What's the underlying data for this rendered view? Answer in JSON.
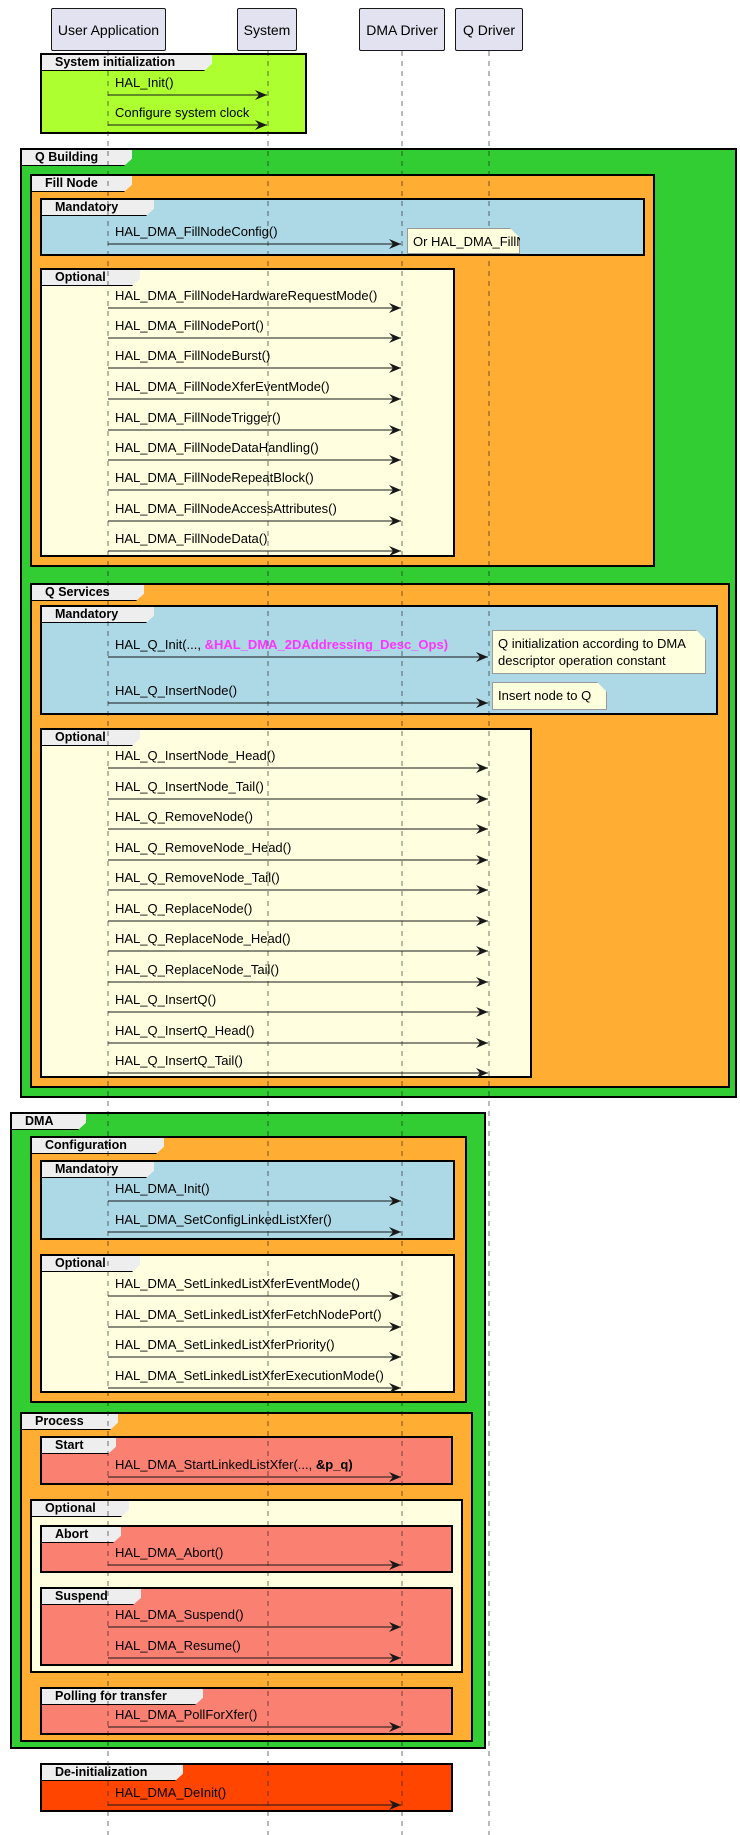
{
  "participants": [
    "User Application",
    "System",
    "DMA Driver",
    "Q Driver"
  ],
  "colors": {
    "system_init": "#ADFF2F",
    "building": "#32CD32",
    "section": "#FFAD33",
    "mandatory": "#ADD8E6",
    "optional": "#FFFFE0",
    "process_step": "#FA8072",
    "deinit": "#FF4500",
    "note": "#FEFFDD",
    "highlight": "#FF33FF"
  },
  "frames": {
    "system_init": "System initialization",
    "q_building": "Q Building",
    "fill_node": "Fill Node",
    "fill_mandatory": "Mandatory",
    "fill_optional": "Optional",
    "q_services": "Q Services",
    "qs_mandatory": "Mandatory",
    "qs_optional": "Optional",
    "dma": "DMA",
    "configuration": "Configuration",
    "cfg_mandatory": "Mandatory",
    "cfg_optional": "Optional",
    "process": "Process",
    "start": "Start",
    "proc_optional": "Optional",
    "abort": "Abort",
    "suspend": "Suspend",
    "polling": "Polling for transfer",
    "deinit": "De-initialization"
  },
  "messages": {
    "system_init": [
      "HAL_Init()",
      "Configure system clock"
    ],
    "fill_mandatory": [
      "HAL_DMA_FillNodeConfig()"
    ],
    "fill_optional": [
      "HAL_DMA_FillNodeHardwareRequestMode()",
      "HAL_DMA_FillNodePort()",
      "HAL_DMA_FillNodeBurst()",
      "HAL_DMA_FillNodeXferEventMode()",
      "HAL_DMA_FillNodeTrigger()",
      "HAL_DMA_FillNodeDataHandling()",
      "HAL_DMA_FillNodeRepeatBlock()",
      "HAL_DMA_FillNodeAccessAttributes()",
      "HAL_DMA_FillNodeData()"
    ],
    "qs_mandatory": {
      "init_prefix": "HAL_Q_Init(..., ",
      "init_highlight": "&HAL_DMA_2DAddressing_Desc_Ops)",
      "insert": "HAL_Q_InsertNode()"
    },
    "qs_optional": [
      "HAL_Q_InsertNode_Head()",
      "HAL_Q_InsertNode_Tail()",
      "HAL_Q_RemoveNode()",
      "HAL_Q_RemoveNode_Head()",
      "HAL_Q_RemoveNode_Tail()",
      "HAL_Q_ReplaceNode()",
      "HAL_Q_ReplaceNode_Head()",
      "HAL_Q_ReplaceNode_Tail()",
      "HAL_Q_InsertQ()",
      "HAL_Q_InsertQ_Head()",
      "HAL_Q_InsertQ_Tail()"
    ],
    "cfg_mandatory": [
      "HAL_DMA_Init()",
      "HAL_DMA_SetConfigLinkedListXfer()"
    ],
    "cfg_optional": [
      "HAL_DMA_SetLinkedListXferEventMode()",
      "HAL_DMA_SetLinkedListXferFetchNodePort()",
      "HAL_DMA_SetLinkedListXferPriority()",
      "HAL_DMA_SetLinkedListXferExecutionMode()"
    ],
    "start": {
      "prefix": "HAL_DMA_StartLinkedListXfer(..., ",
      "bold": "&p_q)"
    },
    "abort": [
      "HAL_DMA_Abort()"
    ],
    "suspend": [
      "HAL_DMA_Suspend()",
      "HAL_DMA_Resume()"
    ],
    "polling": [
      "HAL_DMA_PollForXfer()"
    ],
    "deinit": [
      "HAL_DMA_DeInit()"
    ]
  },
  "notes": {
    "fill_config": "Or HAL_DMA_FillNodeDirectXfer()",
    "q_init_line1": "Q initialization according to DMA",
    "q_init_line2": "descriptor operation constant",
    "insert_node": "Insert node to Q"
  }
}
